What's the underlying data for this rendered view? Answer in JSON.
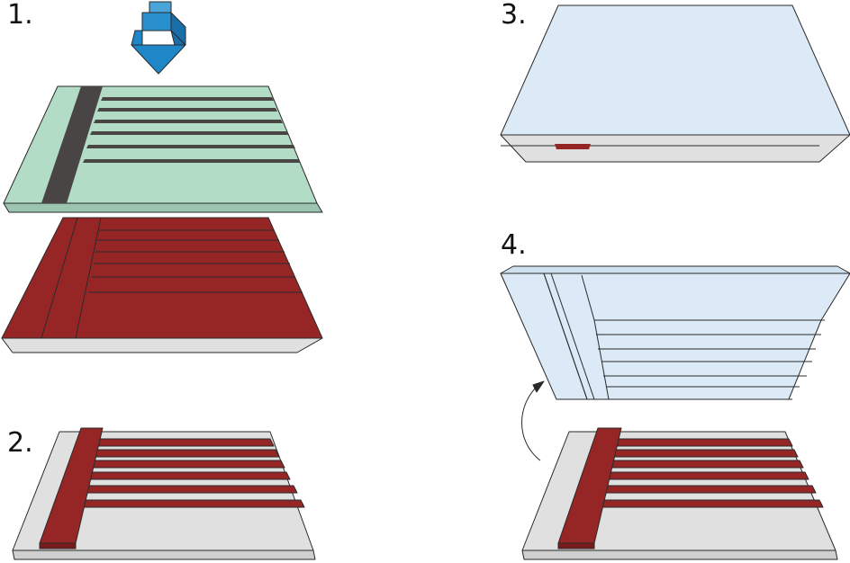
{
  "steps": [
    {
      "label": "1."
    },
    {
      "label": "2."
    },
    {
      "label": "3."
    },
    {
      "label": "4."
    }
  ],
  "icons": {
    "press_arrow": "down-arrow-icon",
    "flip_arrow": "curved-arrow-icon"
  },
  "colors": {
    "stamp_green": "#b3dcc7",
    "stamp_dark_stripe": "#4a4545",
    "coating_red": "#962525",
    "substrate_grey": "#e0e0e0",
    "mold_blue": "#dbeaf6",
    "arrow_blue": "#1f86c8",
    "outline": "#2a2a2a"
  }
}
